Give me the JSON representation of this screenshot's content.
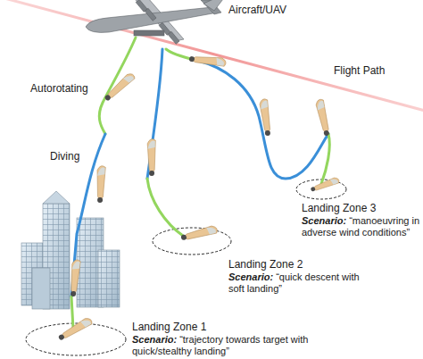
{
  "diagram": {
    "labels": [
      "Aircraft/UAV",
      "Flight Path",
      "Autorotating",
      "Diving",
      "Landing Zone 1",
      "Scenario:",
      "“trajectory towards target with quick/stealthy landing”",
      "Landing Zone 2",
      "Scenario:",
      "“quick descent with soft landing”",
      "Landing Zone 3",
      "Scenario:",
      "“manoeuvring in adverse wind conditions”"
    ]
  }
}
